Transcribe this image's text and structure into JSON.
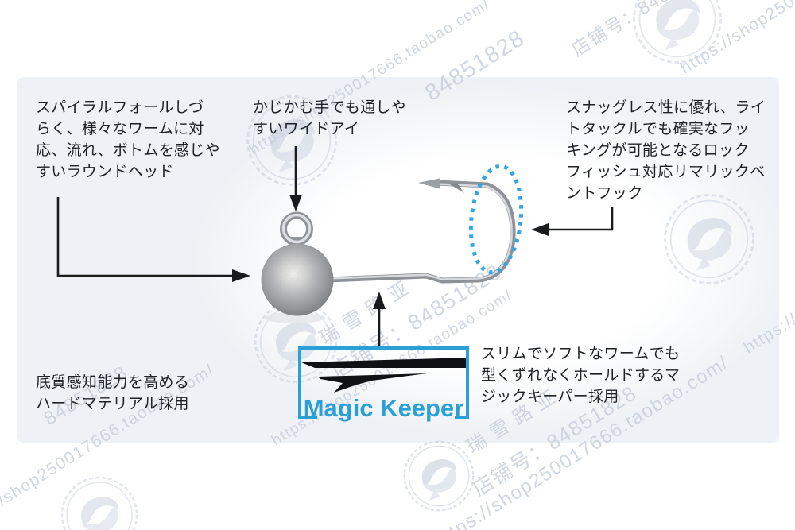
{
  "colors": {
    "accent_blue": "#2aa0d6",
    "arrow_black": "#1a1b1d",
    "panel_gray": "#eef1f5",
    "watermark_gray": "#c5ccda",
    "metal_silver": "#b3b4b6"
  },
  "annotations": {
    "round_head": {
      "lines": [
        "スパイラルフォールしづ",
        "らく、様々なワームに対",
        "応、流れ、ボトムを感じや",
        "すいラウンドヘッド"
      ]
    },
    "wide_eye": {
      "lines": [
        "かじかむ手でも通しや",
        "すいワイドアイ"
      ]
    },
    "bent_hook": {
      "lines": [
        "スナッグレス性に優れ、ライ",
        "トタックルでも確実なフッ",
        "キングが可能となるロック",
        "フィッシュ対応リマリックベ",
        "ントフック"
      ]
    },
    "hard_material": {
      "lines": [
        "底質感知能力を高める",
        "ハードマテリアル採用"
      ]
    },
    "magic_keeper": {
      "label": "Magic Keeper",
      "desc_lines": [
        "スリムでソフトなワームでも",
        "型くずれなくホールドするマ",
        "ジックキーパー採用"
      ]
    }
  },
  "watermarks": {
    "shop_url": "https://shop250017666.taobao.com/",
    "shop_id": "84851828",
    "shop_id_label": "店铺号：84851828",
    "brand_name": "瑞雪路亚",
    "logo_icon": "fish-circle-logo"
  }
}
